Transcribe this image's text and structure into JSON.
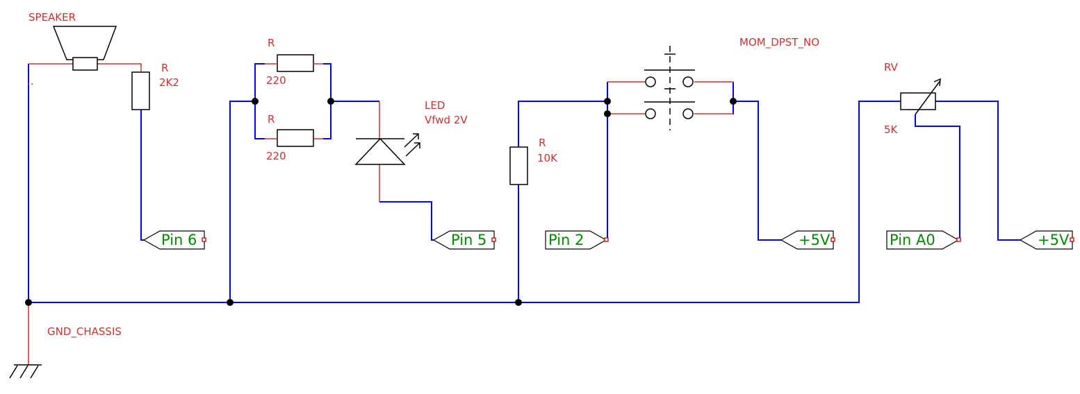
{
  "components": {
    "speaker": {
      "ref": "SPEAKER",
      "dot": ".."
    },
    "r_speaker": {
      "ref": "R",
      "value": "2K2"
    },
    "r_parallel_top": {
      "ref": "R",
      "value": "220"
    },
    "r_parallel_bottom": {
      "ref": "R",
      "value": "220"
    },
    "led": {
      "ref": "LED",
      "value": "Vfwd 2V"
    },
    "r_pulldown": {
      "ref": "R",
      "value": "10K"
    },
    "switch": {
      "ref": "MOM_DPST_NO"
    },
    "pot": {
      "ref": "RV",
      "value": "5K"
    },
    "ground": {
      "ref": "GND_CHASSIS"
    }
  },
  "terminals": {
    "pin6": "Pin 6",
    "pin5": "Pin 5",
    "pin2": "Pin 2",
    "vcc_switch": "+5V",
    "pinA0": "Pin A0",
    "vcc_pot": "+5V"
  },
  "colors": {
    "wire": "#0000ee",
    "component_lead": "#c83232",
    "component_label": "#c83232",
    "terminal_text": "#008800",
    "junction": "#000000"
  }
}
